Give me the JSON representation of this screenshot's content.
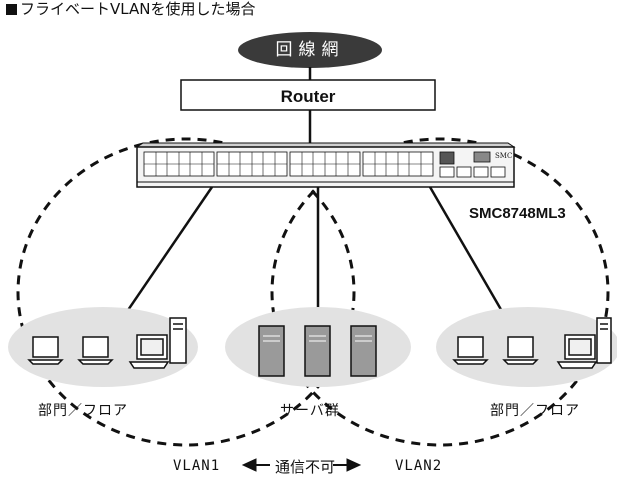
{
  "title": "フライベートVLANを使用した場合",
  "cloud_label": "回線網",
  "router_label": "Router",
  "device_label": "SMC8748ML3",
  "groups": {
    "left": "部門／フロア",
    "center": "サーバ群",
    "right": "部門／フロア"
  },
  "vlan1": "VLAN1",
  "vlan2": "VLAN2",
  "communication": "通信不可",
  "switch_brand": "SMC",
  "colors": {
    "cloud": "#3a3a3a",
    "group_fill": "#e2e2e2",
    "server_fill": "#9a9a9a",
    "line": "#111111"
  },
  "icons": [
    "square-bullet-icon",
    "cloud-icon",
    "router-box-icon",
    "switch-icon",
    "pc-icon",
    "laptop-icon",
    "server-icon",
    "tower-pc-icon",
    "arrow-left-icon",
    "arrow-right-icon"
  ]
}
